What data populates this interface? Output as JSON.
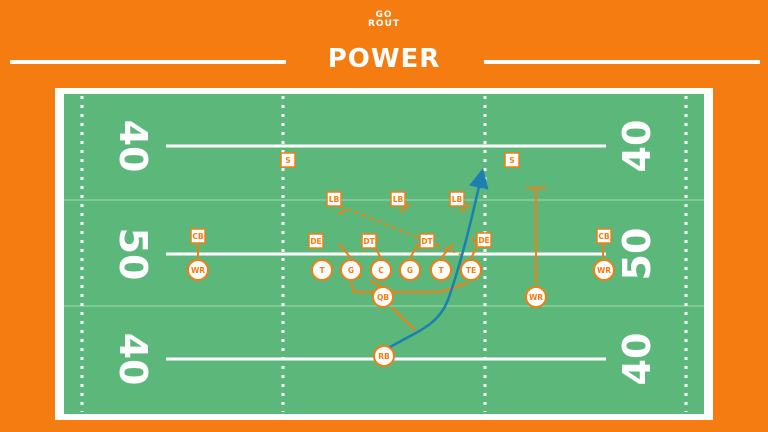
{
  "logo": {
    "line1": "GO",
    "line2": "ROUT"
  },
  "title": "POWER",
  "field": {
    "yard_numbers": {
      "top": "40",
      "middle": "50",
      "bottom": "40"
    },
    "colors": {
      "field": "#5cb87a",
      "lines": "#ffffff",
      "frame": "#ffffff",
      "accent": "#f47c10",
      "route": "#1b7fb0",
      "background": "#f47c10"
    }
  },
  "players": {
    "offense": [
      {
        "id": "wr-left",
        "label": "WR"
      },
      {
        "id": "t-left",
        "label": "T"
      },
      {
        "id": "g-left",
        "label": "G"
      },
      {
        "id": "c",
        "label": "C"
      },
      {
        "id": "g-right",
        "label": "G"
      },
      {
        "id": "t-right",
        "label": "T"
      },
      {
        "id": "te",
        "label": "TE"
      },
      {
        "id": "qb",
        "label": "QB"
      },
      {
        "id": "rb",
        "label": "RB"
      },
      {
        "id": "wr-slot",
        "label": "WR"
      },
      {
        "id": "wr-right",
        "label": "WR"
      }
    ],
    "defense": [
      {
        "id": "cb-left",
        "label": "CB"
      },
      {
        "id": "de-left",
        "label": "DE"
      },
      {
        "id": "dt-left",
        "label": "DT"
      },
      {
        "id": "dt-right",
        "label": "DT"
      },
      {
        "id": "de-right",
        "label": "DE"
      },
      {
        "id": "lb-left",
        "label": "LB"
      },
      {
        "id": "lb-mid",
        "label": "LB"
      },
      {
        "id": "lb-right",
        "label": "LB"
      },
      {
        "id": "s-left",
        "label": "S"
      },
      {
        "id": "s-right",
        "label": "S"
      },
      {
        "id": "cb-right",
        "label": "CB"
      }
    ]
  }
}
